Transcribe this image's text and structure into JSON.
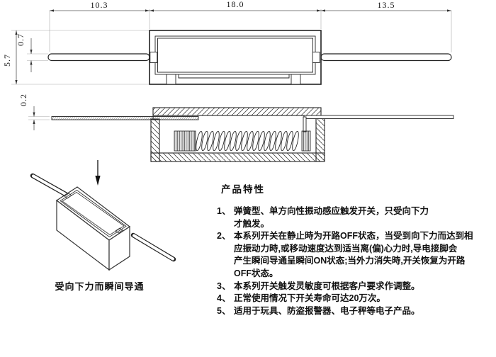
{
  "drawing": {
    "dims": {
      "left_lead_length": "10.3",
      "body_length": "18.0",
      "right_lead_length": "13.5",
      "body_height": "5.7",
      "lead_diameter": "0.7",
      "strip_thickness": "0.2"
    },
    "caption_3d": "受向下力而瞬间导通",
    "force_arrow_icon": "down-arrow"
  },
  "features": {
    "title": "产品特性",
    "items": [
      {
        "num": "1、",
        "lines": [
          "弹簧型、单方向性振动感应触发开关，只受向下力",
          "才触发。"
        ]
      },
      {
        "num": "2、",
        "lines": [
          "本系列开关在静止時为开路OFF状态，当受到向下力而达到相",
          "应振动力時,或移动速度达到适当离(偏)心力时,导电接脚会",
          "产生瞬间导通呈瞬间ON状态;当外力消失時,开关恢复为开路",
          "OFF状态。"
        ]
      },
      {
        "num": "3、",
        "lines": [
          "本系列开关触发灵敏度可根据客户要求作调整。"
        ]
      },
      {
        "num": "4、",
        "lines": [
          "正常使用情况下开关寿命可达20万次。"
        ]
      },
      {
        "num": "5、",
        "lines": [
          "适用于玩具、防盗报警器、电子秤等电子产品。"
        ]
      }
    ]
  },
  "colors": {
    "line": "#222222",
    "dim_line": "#666666",
    "text": "#111111",
    "background": "#ffffff"
  }
}
